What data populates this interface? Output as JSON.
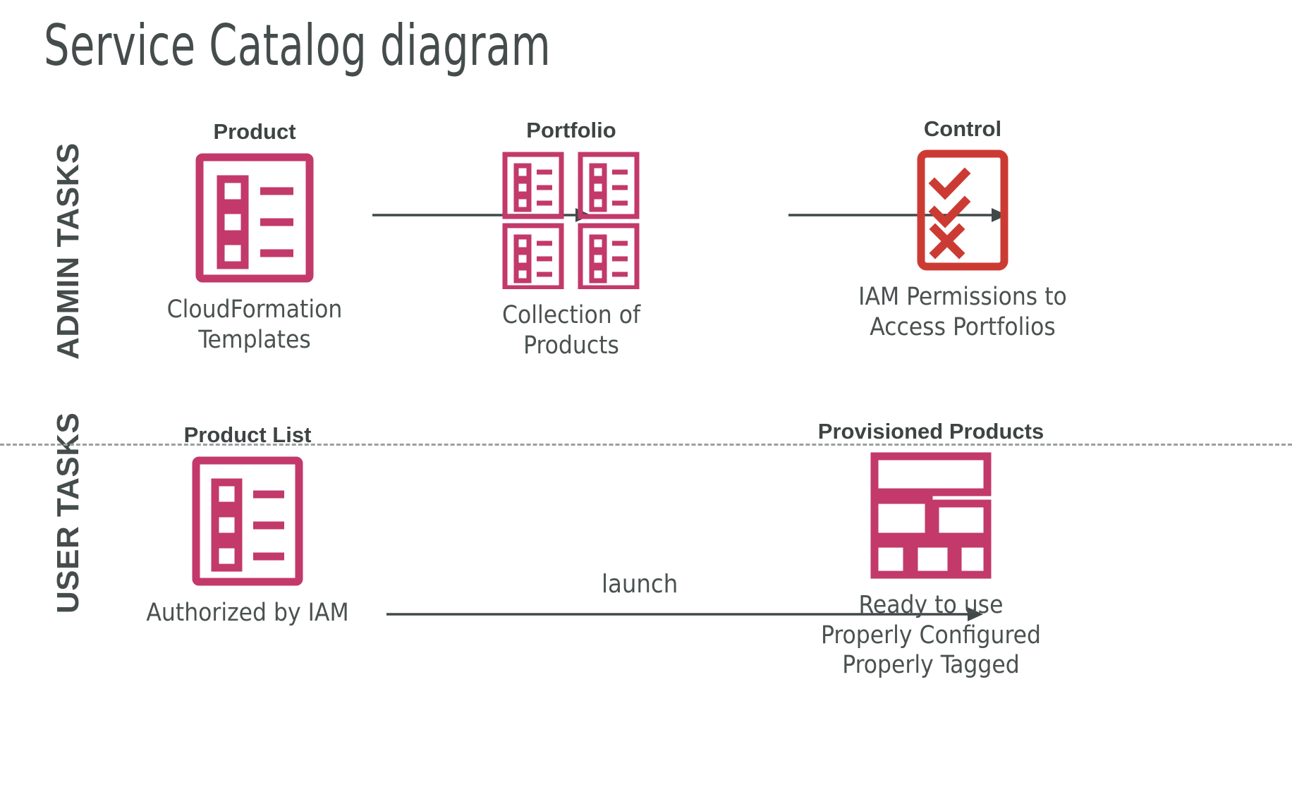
{
  "page": {
    "title": "Service Catalog diagram",
    "background": "#ffffff",
    "text_color": "#454d4c",
    "accent_magenta": "#c2396a",
    "accent_red": "#cc3b33",
    "divider_color": "#9aa09f"
  },
  "lanes": [
    {
      "id": "admin",
      "label": "ADMIN TASKS"
    },
    {
      "id": "user",
      "label": "USER TASKS"
    }
  ],
  "nodes": {
    "product": {
      "title": "Product",
      "caption": "CloudFormation\nTemplates",
      "icon": "checklist-document-icon",
      "color": "#c2396a"
    },
    "portfolio": {
      "title": "Portfolio",
      "caption": "Collection of Products",
      "icon": "checklist-document-group-icon",
      "color": "#c2396a"
    },
    "control": {
      "title": "Control",
      "caption": "IAM Permissions to\nAccess Portfolios",
      "icon": "check-cross-document-icon",
      "color": "#cc3b33"
    },
    "product_list": {
      "title": "Product List",
      "caption": "Authorized by IAM",
      "icon": "checklist-document-icon",
      "color": "#c2396a"
    },
    "provisioned_products": {
      "title": "Provisioned Products",
      "caption": "Ready to use\nProperly Configured\nProperly Tagged",
      "icon": "dashboard-blocks-icon",
      "color": "#c2396a"
    }
  },
  "arrows": [
    {
      "id": "product-to-portfolio",
      "label": ""
    },
    {
      "id": "portfolio-to-control",
      "label": ""
    },
    {
      "id": "productlist-to-provisioned",
      "label": "launch"
    }
  ]
}
